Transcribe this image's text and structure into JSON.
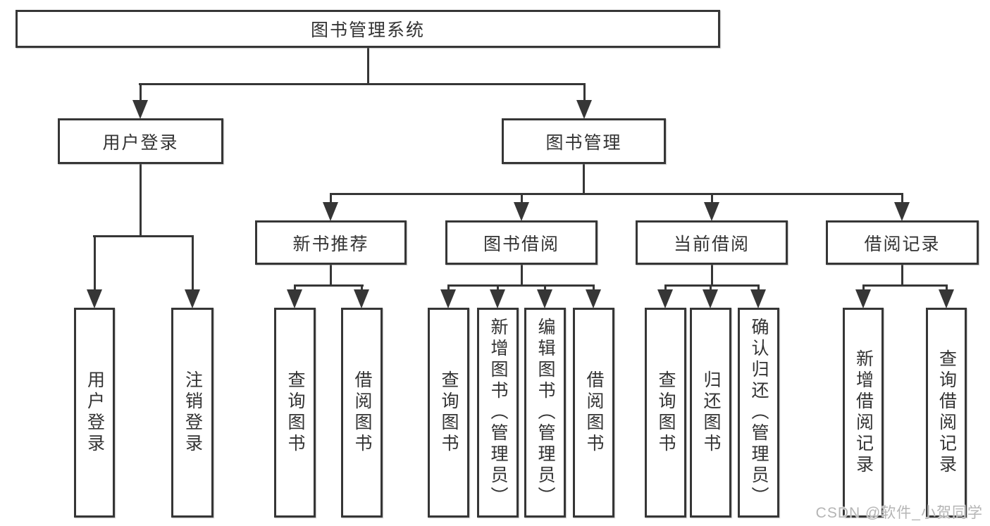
{
  "diagram": {
    "title": {
      "label": "图书管理系统"
    },
    "level2": [
      {
        "label": "用户登录"
      },
      {
        "label": "图书管理"
      }
    ],
    "level3": [
      {
        "label": "新书推荐"
      },
      {
        "label": "图书借阅"
      },
      {
        "label": "当前借阅"
      },
      {
        "label": "借阅记录"
      }
    ],
    "leaves": {
      "user_login": [
        {
          "label": "用户登录"
        },
        {
          "label": "注销登录"
        }
      ],
      "new_book_rec": [
        {
          "label": "查询图书"
        },
        {
          "label": "借阅图书"
        }
      ],
      "book_borrow": [
        {
          "label": "查询图书"
        },
        {
          "label": "新增图书（管理员）"
        },
        {
          "label": "编辑图书（管理员）"
        },
        {
          "label": "借阅图书"
        }
      ],
      "current_borrow": [
        {
          "label": "查询图书"
        },
        {
          "label": "归还图书"
        },
        {
          "label": "确认归还（管理员）"
        }
      ],
      "borrow_records": [
        {
          "label": "新增借阅记录"
        },
        {
          "label": "查询借阅记录"
        }
      ]
    },
    "watermark": "CSDN @软件_小贺同学",
    "colors": {
      "line": "#363636",
      "box_fill": "#ffffff",
      "text": "#333333",
      "watermark": "#b5b5b5"
    }
  }
}
